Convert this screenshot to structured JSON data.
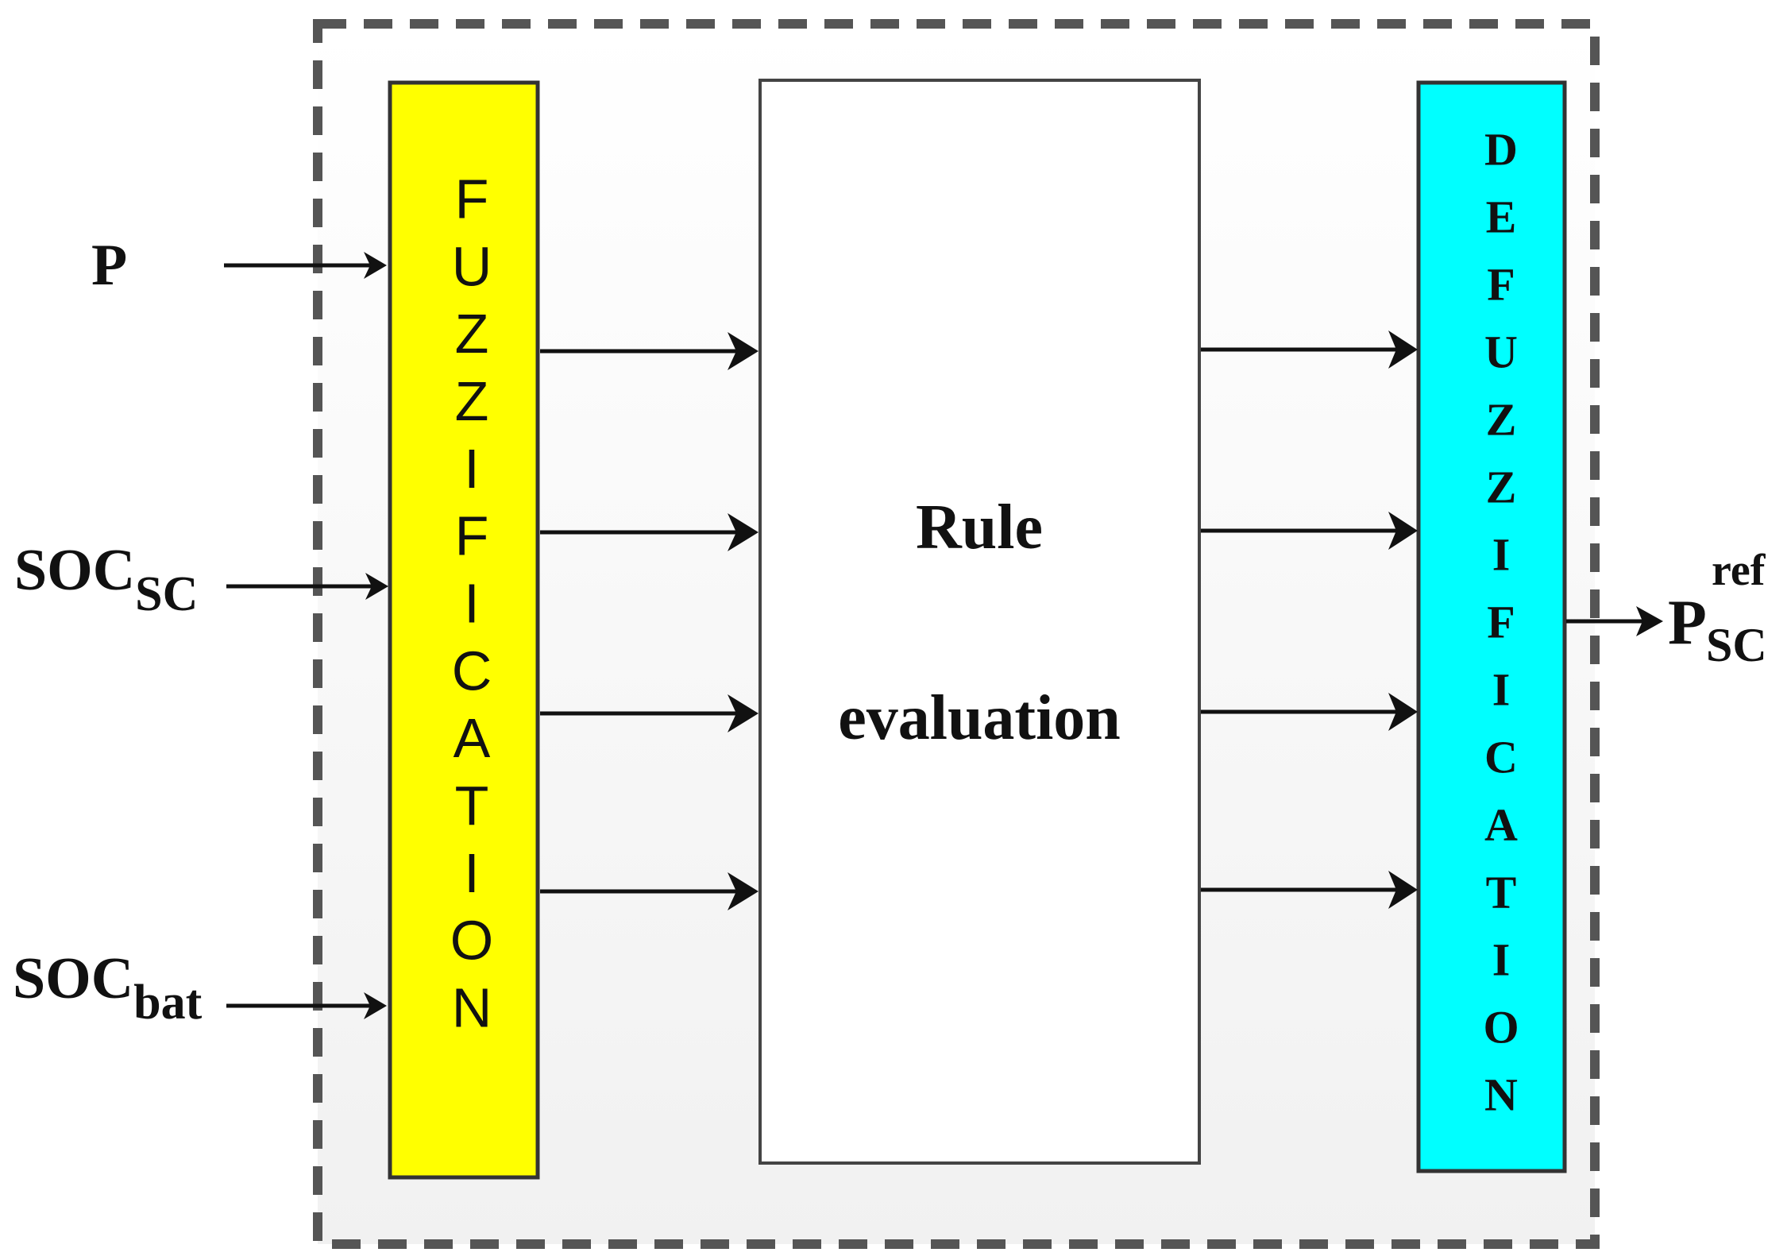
{
  "diagram": {
    "inputs": [
      {
        "main": "P",
        "sub": ""
      },
      {
        "main": "SOC",
        "sub": "SC"
      },
      {
        "main": "SOC",
        "sub": "bat"
      }
    ],
    "fuzzification": {
      "label": "FUZZIFICATION",
      "color": "#ffff00"
    },
    "rule_block": {
      "line1": "Rule",
      "line2": "evaluation"
    },
    "defuzzification": {
      "label": "DEFUZZIFICATION",
      "color": "#00ffff"
    },
    "output": {
      "main": "P",
      "sup": "ref",
      "sub": "SC"
    }
  }
}
